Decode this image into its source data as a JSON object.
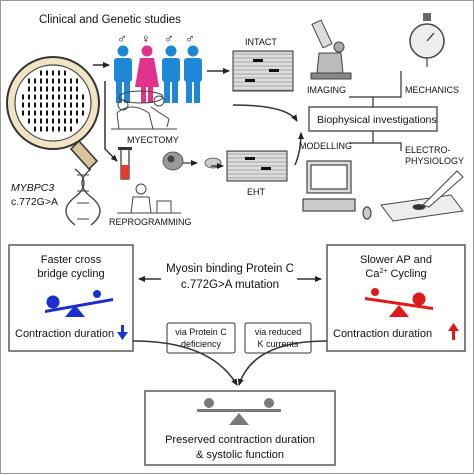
{
  "top": {
    "clinical_title": "Clinical and Genetic studies",
    "gene_name": "MYBPC3",
    "mutation_code": "c.772G>A",
    "myectomy_label": "MYECTOMY",
    "reprogramming_label": "REPROGRAMMING",
    "intact_label": "INTACT",
    "eht_label": "EHT",
    "imaging_label": "IMAGING",
    "mechanics_label": "MECHANICS",
    "biophys_label": "Biophysical investigations",
    "modelling_label": "MODELLING",
    "electro_line1": "ELECTRO-",
    "electro_line2": "PHYSIOLOGY"
  },
  "bottom": {
    "left_box": {
      "line1": "Faster cross",
      "line2": "bridge cycling",
      "duration": "Contraction duration"
    },
    "center_line1": "Myosin binding Protein C",
    "center_line2": "c.772G>A mutation",
    "right_box": {
      "line1": "Slower AP and",
      "line2_pre": "Ca",
      "line2_sup": "2+",
      "line2_post": " Cycling",
      "duration": "Contraction duration"
    },
    "via_left_line1": "via Protein C",
    "via_left_line2": "deficiency",
    "via_right_line1": "via reduced",
    "via_right_line2": "K currents",
    "result_line1": "Preserved contraction duration",
    "result_line2": "& systolic function"
  },
  "colors": {
    "male": "#1e88d6",
    "female": "#e2338a",
    "blue_arrow": "#1a35d6",
    "red_arrow": "#e01818",
    "seesaw_blue": "#1a2fd0",
    "seesaw_red": "#e01818",
    "seesaw_gray": "#7a7a7a"
  }
}
